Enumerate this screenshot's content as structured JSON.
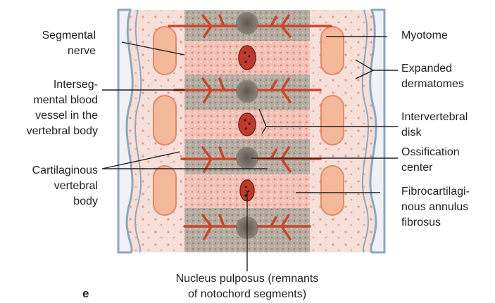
{
  "figure": {
    "panel_letter": "e",
    "labels": {
      "segmental_nerve": "Segmental\nnerve",
      "intersegmental_vessel": "Interseg-\nmental blood\nvessel in the\nvertebral body",
      "cartilaginous_body": "Cartilaginous\nvertebral\nbody",
      "myotome": "Myotome",
      "expanded_dermatomes": "Expanded\ndermatomes",
      "intervertebral_disk": "Intervertebral\ndisk",
      "ossification_center": "Ossification\ncenter",
      "annulus_fibrosus": "Fibrocartilagi-\nnous annulus\nfibrosus",
      "nucleus_pulposus": "Nucleus pulposus (remnants\nof notochord segments)"
    }
  },
  "colors": {
    "background_tissue": "#f6dcd6",
    "vertebral_body": "#b9aea4",
    "disk": "#f0b8ae",
    "vessel": "#c8462a",
    "myotome": "#f4b89a",
    "dermatome_line": "#8ea7bf",
    "leader": "#231f20"
  }
}
